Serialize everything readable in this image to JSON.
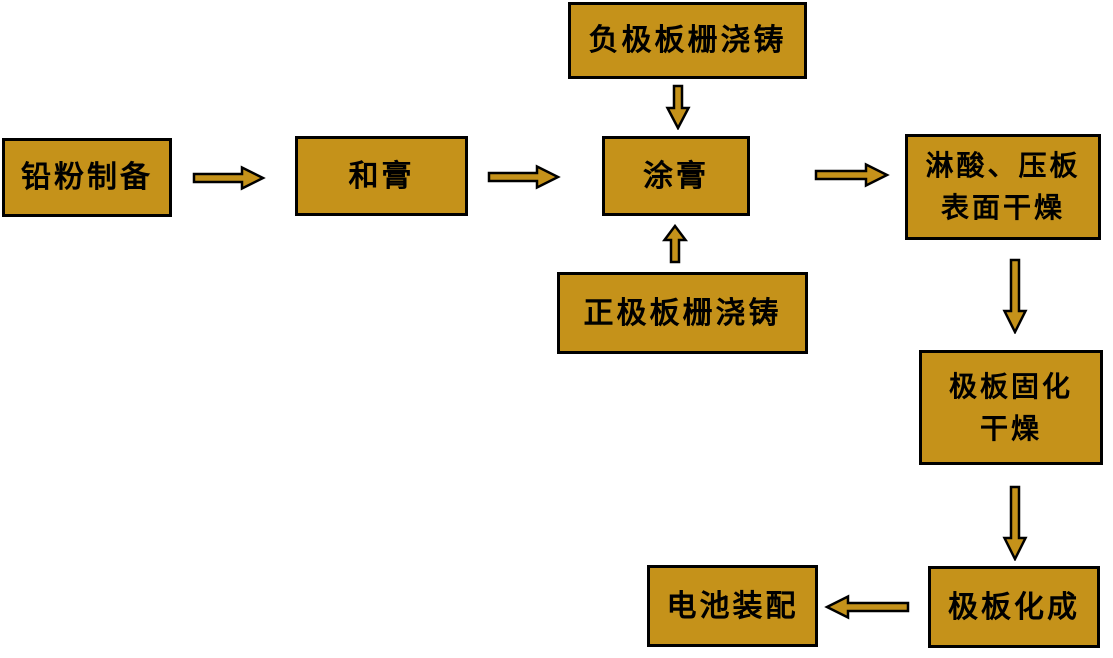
{
  "diagram": {
    "type": "flowchart",
    "background_color": "#ffffff",
    "node_fill_color": "#C5921A",
    "node_border_color": "#000000",
    "node_text_color": "#000000",
    "nodes": [
      {
        "id": "lead-powder-prep",
        "label": "铅粉制备"
      },
      {
        "id": "paste-mixing",
        "label": "和膏"
      },
      {
        "id": "neg-plate-grid-casting",
        "label": "负极板栅浇铸"
      },
      {
        "id": "pasting",
        "label": "涂膏"
      },
      {
        "id": "pos-plate-grid-casting",
        "label": "正极板栅浇铸"
      },
      {
        "id": "acid-spray-press-surface-dry",
        "label": "淋酸、压板\n表面干燥"
      },
      {
        "id": "plate-curing-drying",
        "label": "极板固化\n干燥"
      },
      {
        "id": "plate-formation",
        "label": "极板化成"
      },
      {
        "id": "battery-assembly",
        "label": "电池装配"
      }
    ],
    "edges": [
      {
        "from": "铅粉制备",
        "to": "和膏",
        "direction": "right"
      },
      {
        "from": "和膏",
        "to": "涂膏",
        "direction": "right"
      },
      {
        "from": "负极板栅浇铸",
        "to": "涂膏",
        "direction": "down"
      },
      {
        "from": "正极板栅浇铸",
        "to": "涂膏",
        "direction": "up"
      },
      {
        "from": "涂膏",
        "to": "淋酸、压板表面干燥",
        "direction": "right"
      },
      {
        "from": "淋酸、压板表面干燥",
        "to": "极板固化干燥",
        "direction": "down"
      },
      {
        "from": "极板固化干燥",
        "to": "极板化成",
        "direction": "down"
      },
      {
        "from": "极板化成",
        "to": "电池装配",
        "direction": "left"
      }
    ]
  }
}
